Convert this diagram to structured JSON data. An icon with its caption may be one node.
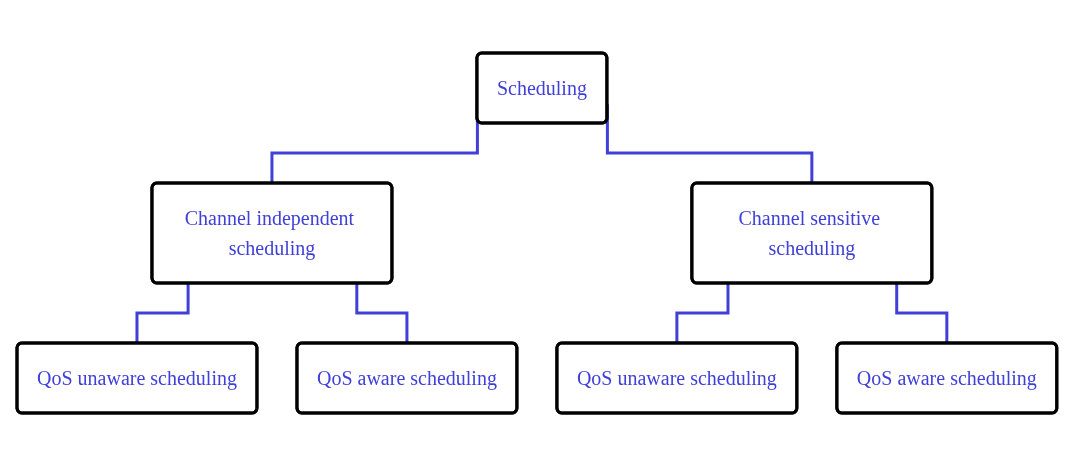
{
  "diagram": {
    "nodes": [
      {
        "text": [
          "Scheduling"
        ]
      },
      {
        "text": [
          "Channel independent scheduling"
        ]
      },
      {
        "text": [
          "Channel sensitive scheduling"
        ]
      },
      {
        "text": [
          "QoS unaware scheduling"
        ]
      },
      {
        "text": [
          "QoS aware scheduling"
        ]
      },
      {
        "text": [
          "QoS unaware scheduling"
        ]
      },
      {
        "text": [
          "QoS aware scheduling"
        ]
      }
    ],
    "edges": [
      {
        "from": 0,
        "to": 1,
        "arrow": "none"
      },
      {
        "from": 0,
        "to": 2,
        "arrow": "none"
      },
      {
        "from": 1,
        "to": 3,
        "arrow": "none"
      },
      {
        "from": 1,
        "to": 4,
        "arrow": "none"
      },
      {
        "from": 2,
        "to": 5,
        "arrow": "none"
      },
      {
        "from": 2,
        "to": 6,
        "arrow": "none"
      }
    ]
  }
}
